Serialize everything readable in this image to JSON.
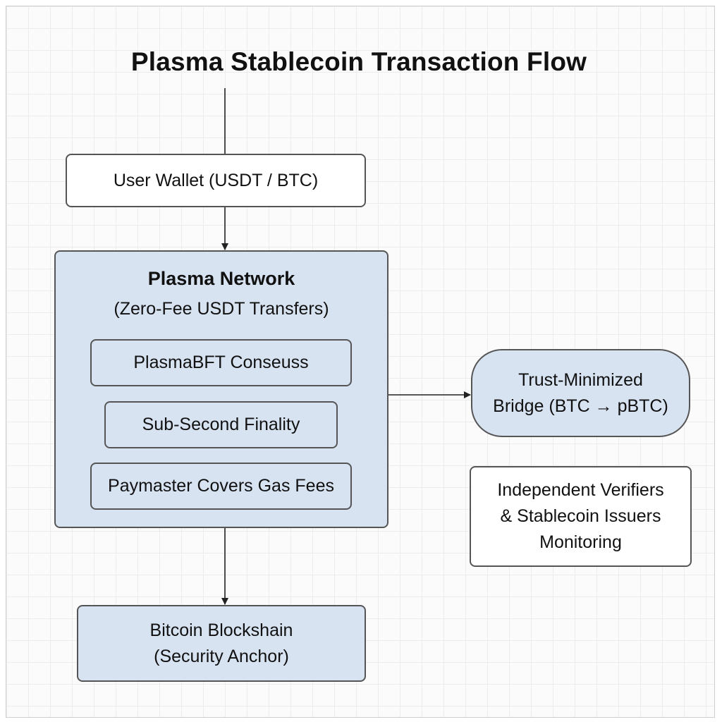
{
  "title": "Plasma Stablecoin Transaction Flow",
  "nodes": {
    "user_wallet": {
      "label": "User Wallet (USDT / BTC)"
    },
    "plasma_network": {
      "title": "Plasma Network",
      "subtitle": "(Zero-Fee USDT Transfers)",
      "components": [
        {
          "label": "PlasmaBFT Conseuss"
        },
        {
          "label": "Sub-Second Finality"
        },
        {
          "label": "Paymaster Covers Gas Fees"
        }
      ]
    },
    "bridge": {
      "line1": "Trust-Minimized",
      "line2": "Bridge (BTC → pBTC)"
    },
    "verifiers": {
      "line1": "Independent Verifiers",
      "line2": "& Stablecoin Issuers",
      "line3": "Monitoring"
    },
    "bitcoin": {
      "line1": "Bitcoin Blockshain",
      "line2": "(Security Anchor)"
    }
  },
  "colors": {
    "node_fill_blue": "#d8e3f2",
    "node_border": "#555555",
    "arrow": "#222222"
  }
}
